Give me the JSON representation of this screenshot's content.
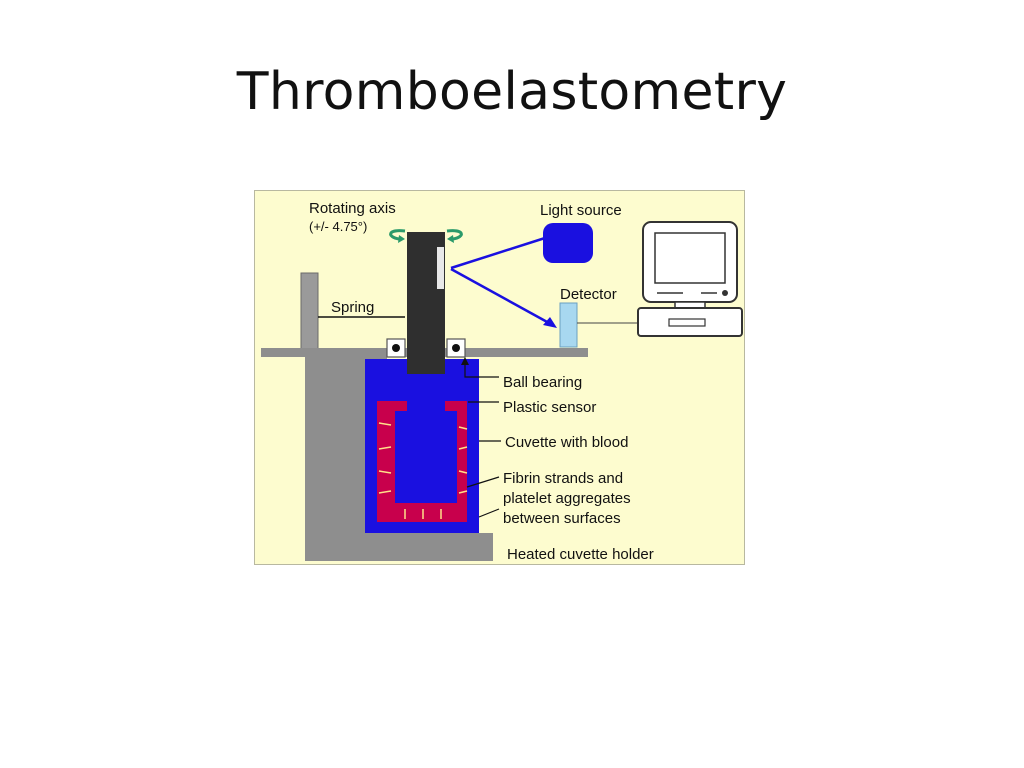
{
  "slide": {
    "title": "Thromboelastometry"
  },
  "diagram": {
    "labels": {
      "rotating_axis": "Rotating axis",
      "rotating_axis_range": "(+/- 4.75°)",
      "light_source": "Light source",
      "detector": "Detector",
      "spring": "Spring",
      "ball_bearing": "Ball bearing",
      "plastic_sensor": "Plastic sensor",
      "cuvette_with_blood": "Cuvette with blood",
      "fibrin_line1": "Fibrin strands and",
      "fibrin_line2": "platelet aggregates",
      "fibrin_line3": "between surfaces",
      "heated_cuvette_holder": "Heated cuvette holder"
    },
    "colors": {
      "background": "#fdfccf",
      "holder_gray": "#8e8e8e",
      "blood_red": "#c8004c",
      "sensor_blue": "#1a10e0",
      "axis_dark": "#2f2f2f",
      "detector_blue": "#a8d8f0",
      "arrow_green": "#2a9a6a"
    }
  }
}
